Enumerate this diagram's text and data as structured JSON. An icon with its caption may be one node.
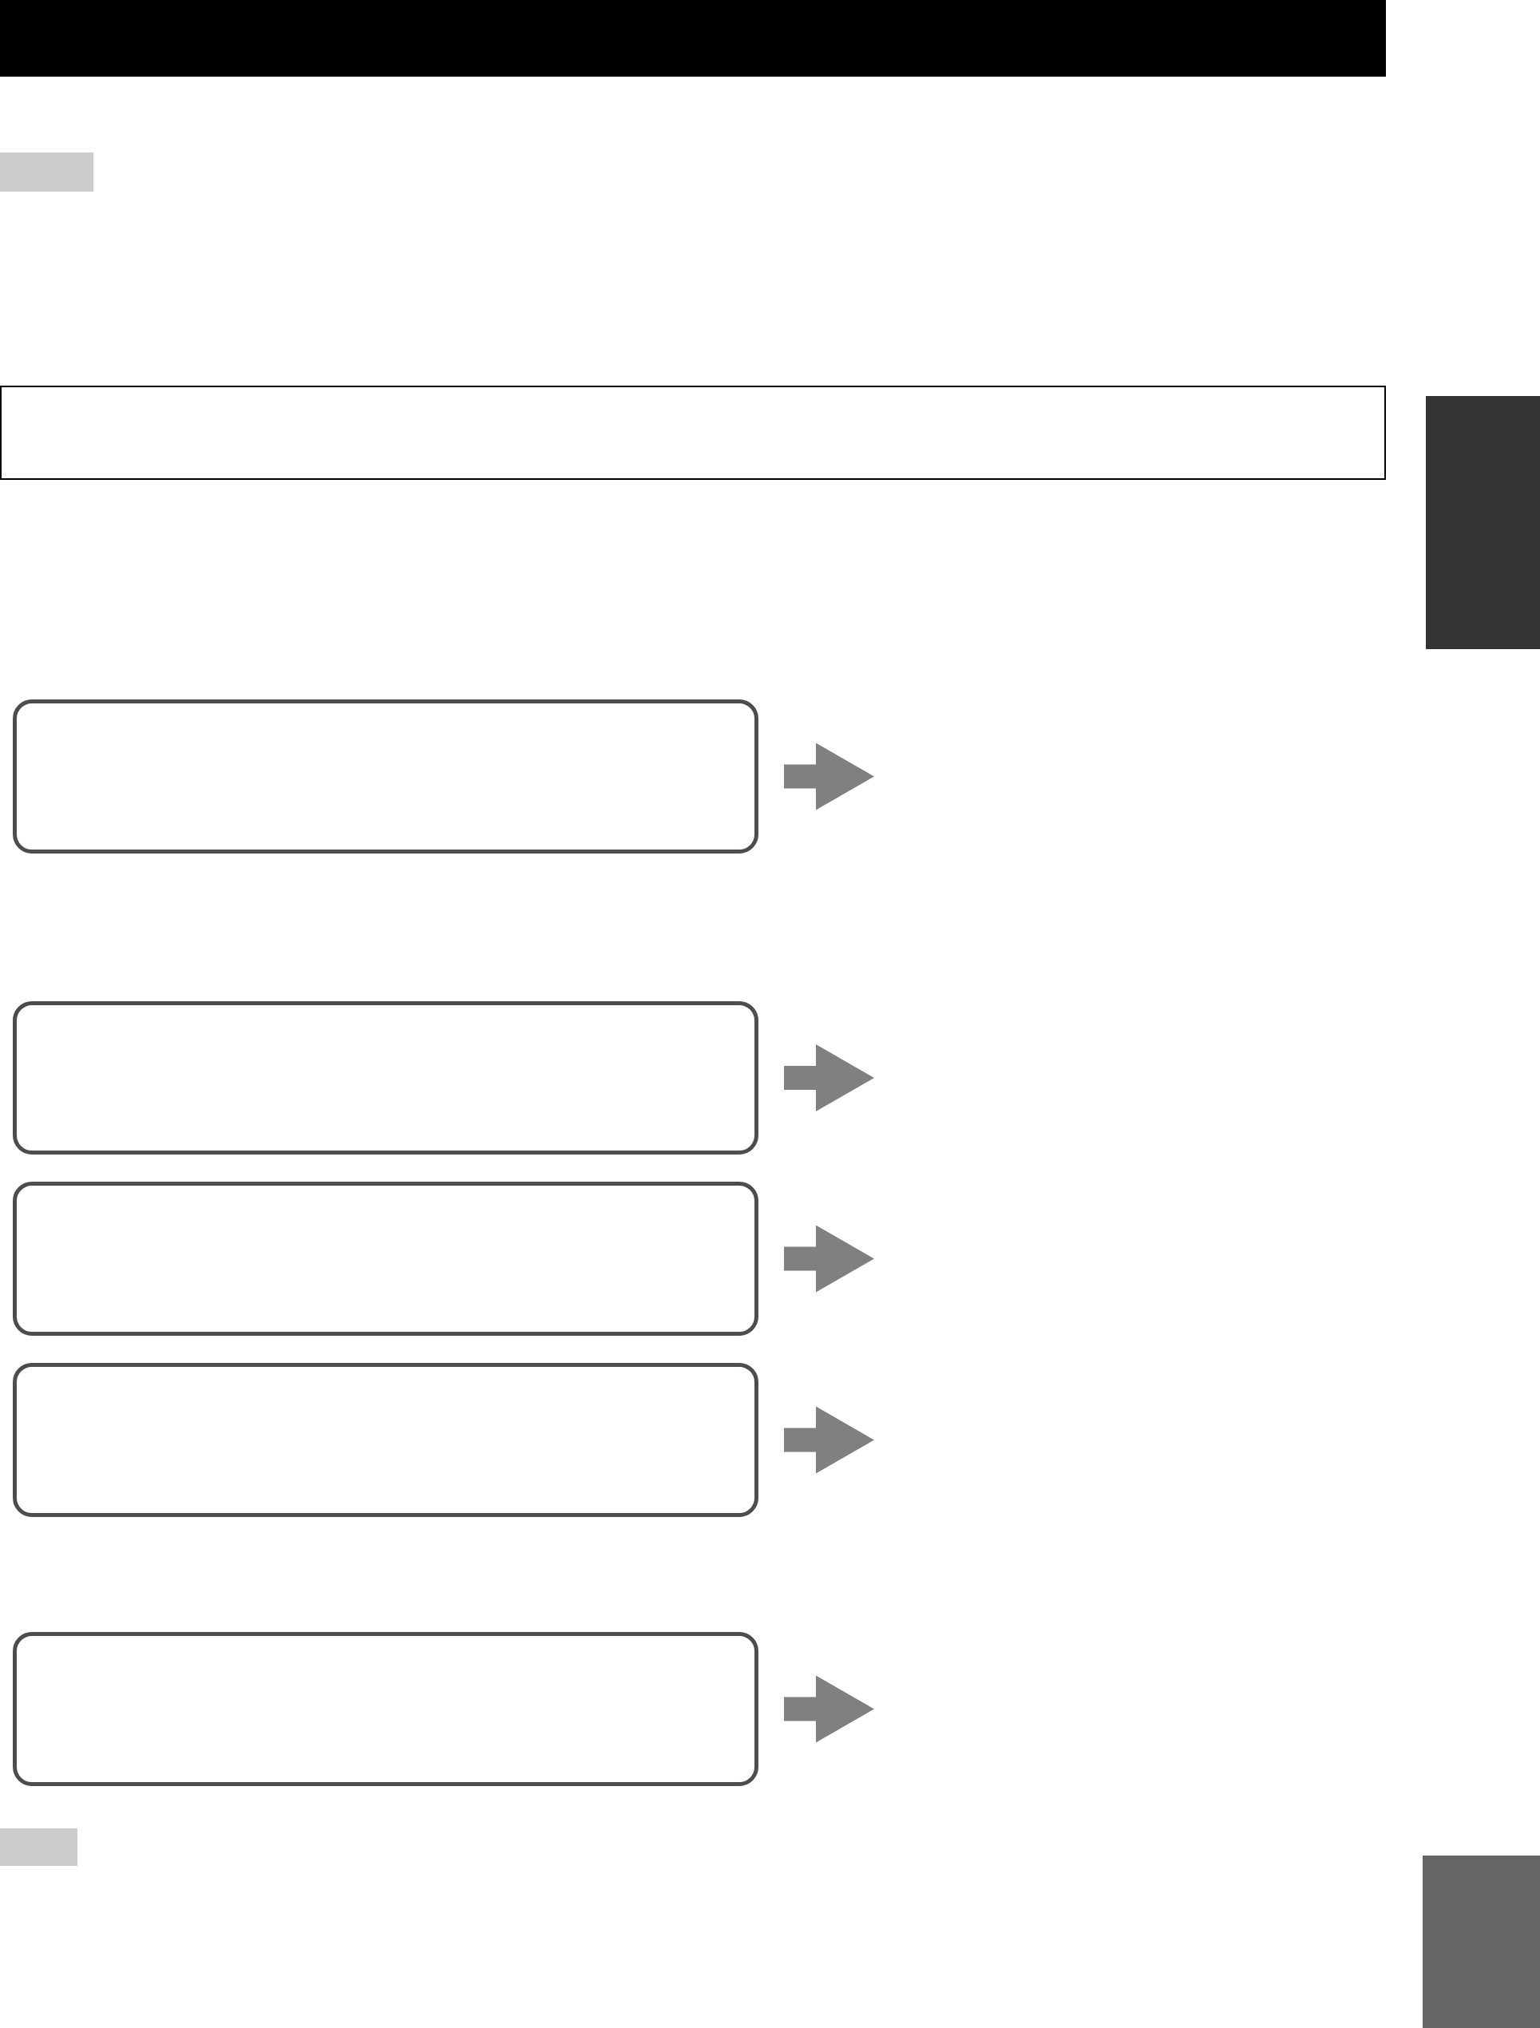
{
  "diagram": {
    "nodes": [
      {
        "text": [],
        "shape": "bar"
      },
      {
        "text": [],
        "shape": "box"
      },
      {
        "text": [],
        "shape": "box"
      },
      {
        "text": [],
        "shape": "bar"
      },
      {
        "text": [],
        "shape": "box"
      },
      {
        "text": [],
        "shape": "box"
      },
      {
        "text": [],
        "shape": "box"
      },
      {
        "text": [],
        "shape": "box"
      },
      {
        "text": [],
        "shape": "box"
      },
      {
        "text": [],
        "shape": "box"
      },
      {
        "text": [],
        "shape": "bar"
      }
    ],
    "edges": [
      {
        "from": 4,
        "to": null,
        "arrow": "to"
      },
      {
        "from": 5,
        "to": null,
        "arrow": "to"
      },
      {
        "from": 6,
        "to": null,
        "arrow": "to"
      },
      {
        "from": 7,
        "to": null,
        "arrow": "to"
      },
      {
        "from": 8,
        "to": null,
        "arrow": "to"
      }
    ]
  }
}
